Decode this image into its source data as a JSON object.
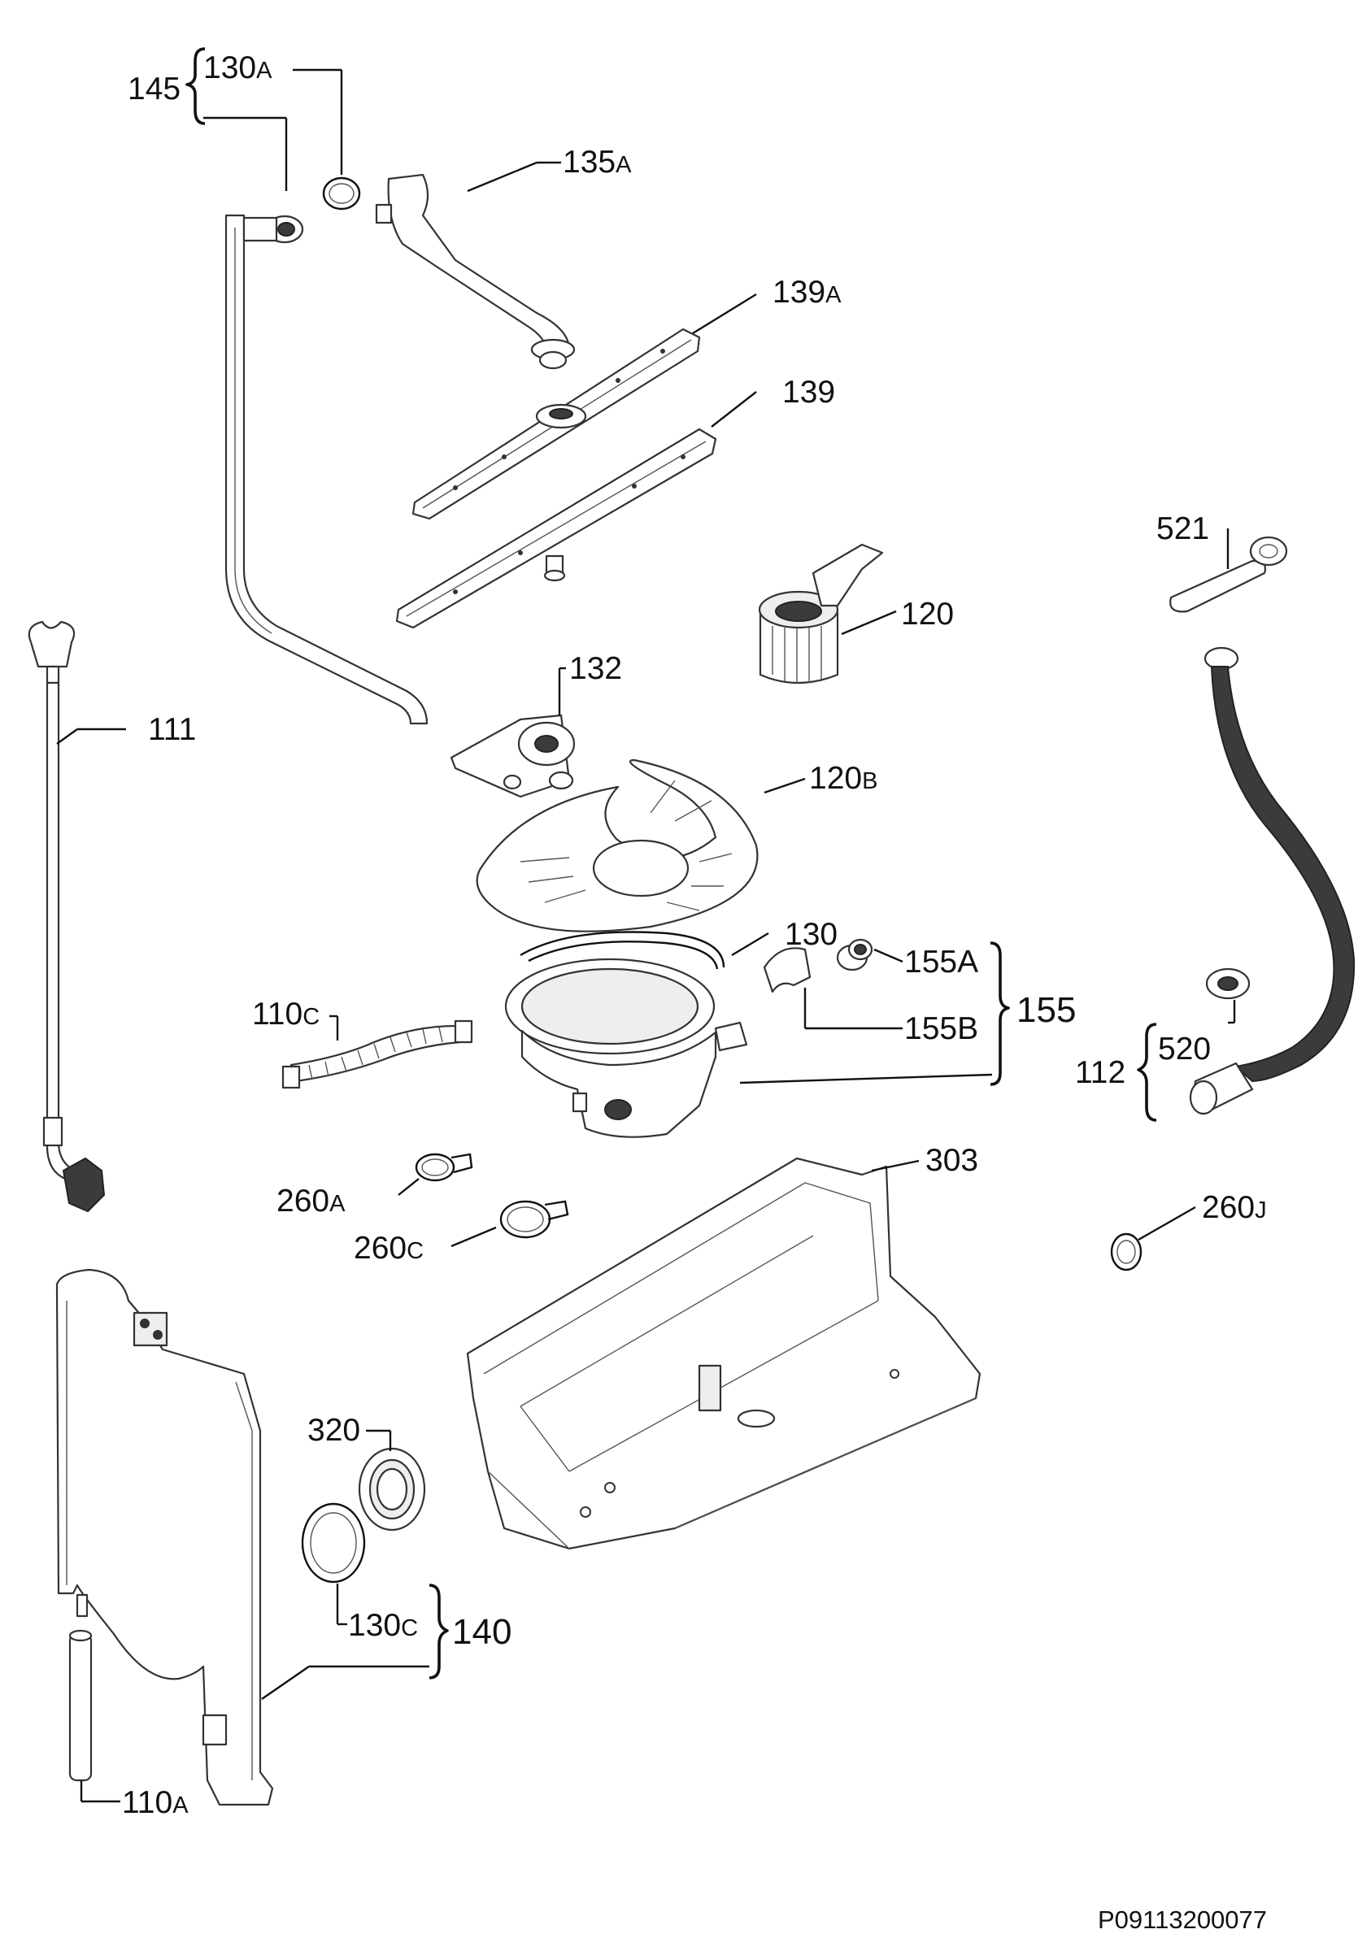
{
  "labels": {
    "p145": "145",
    "p130a": "130",
    "p130a_s": "A",
    "p135a": "135",
    "p135a_s": "A",
    "p139a": "139",
    "p139a_s": "A",
    "p139": "139",
    "p521": "521",
    "p120": "120",
    "p132": "132",
    "p111": "111",
    "p120b": "120",
    "p120b_s": "B",
    "p130": "130",
    "p155a": "155A",
    "p155b": "155B",
    "p155": "155",
    "p110c": "110",
    "p110c_s": "C",
    "p520": "520",
    "p112": "112",
    "p303": "303",
    "p260a": "260",
    "p260a_s": "A",
    "p260j": "260",
    "p260j_s": "J",
    "p260c": "260",
    "p260c_s": "C",
    "p320": "320",
    "p130c": "130",
    "p130c_s": "C",
    "p140": "140",
    "p110a": "110",
    "p110a_s": "A"
  },
  "doc_ref": "P09113200077"
}
